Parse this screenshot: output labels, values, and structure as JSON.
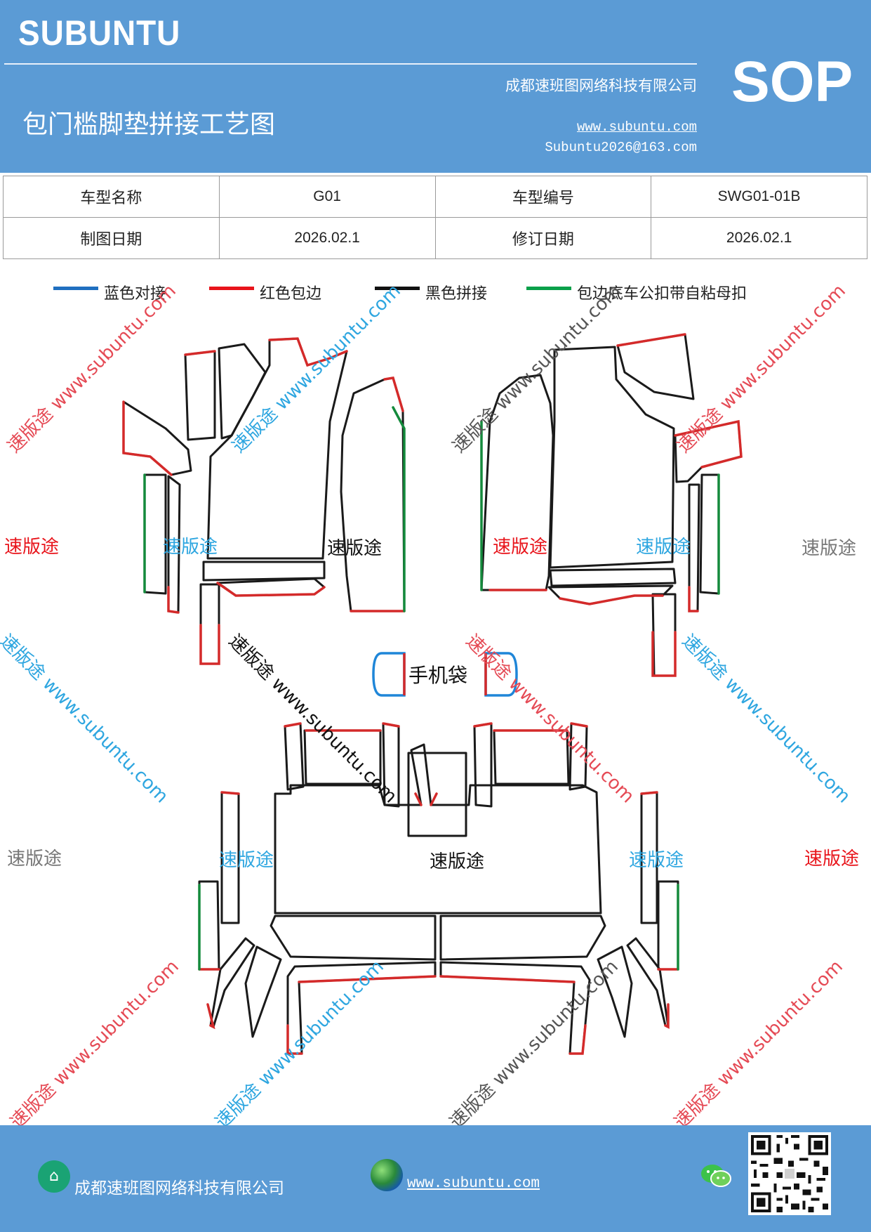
{
  "header": {
    "brand": "SUBUNTU",
    "title": "包门槛脚垫拼接工艺图",
    "company": "成都速班图网络科技有限公司",
    "url": "www.subuntu.com",
    "email": "Subuntu2026@163.com",
    "badge": "SOP"
  },
  "info": {
    "model_name_label": "车型名称",
    "model_name": "G01",
    "model_code_label": "车型编号",
    "model_code": "SWG01-01B",
    "draw_date_label": "制图日期",
    "draw_date": "2026.02.1",
    "rev_date_label": "修订日期",
    "rev_date": "2026.02.1"
  },
  "legend": [
    {
      "label": "蓝色对接",
      "color": "#1f6fc0"
    },
    {
      "label": "红色包边",
      "color": "#e8141b"
    },
    {
      "label": "黑色拼接",
      "color": "#111111"
    },
    {
      "label": "包边底车公扣带自粘母扣",
      "color": "#0aa04a"
    }
  ],
  "diagram": {
    "center_label": "手机袋",
    "brand_mark": "速版途",
    "watermark": "速版途 www.subuntu.com"
  },
  "colors": {
    "header_bg": "#5b9bd5",
    "outline": "#1a1a1a",
    "edge_red": "#d42a2a",
    "edge_green": "#148a3c",
    "edge_blue": "#1f86d8"
  },
  "footer": {
    "company": "成都速班图网络科技有限公司",
    "url": "www.subuntu.com",
    "icons": [
      "home-icon",
      "globe-icon",
      "wechat-icon",
      "qr-code"
    ]
  }
}
